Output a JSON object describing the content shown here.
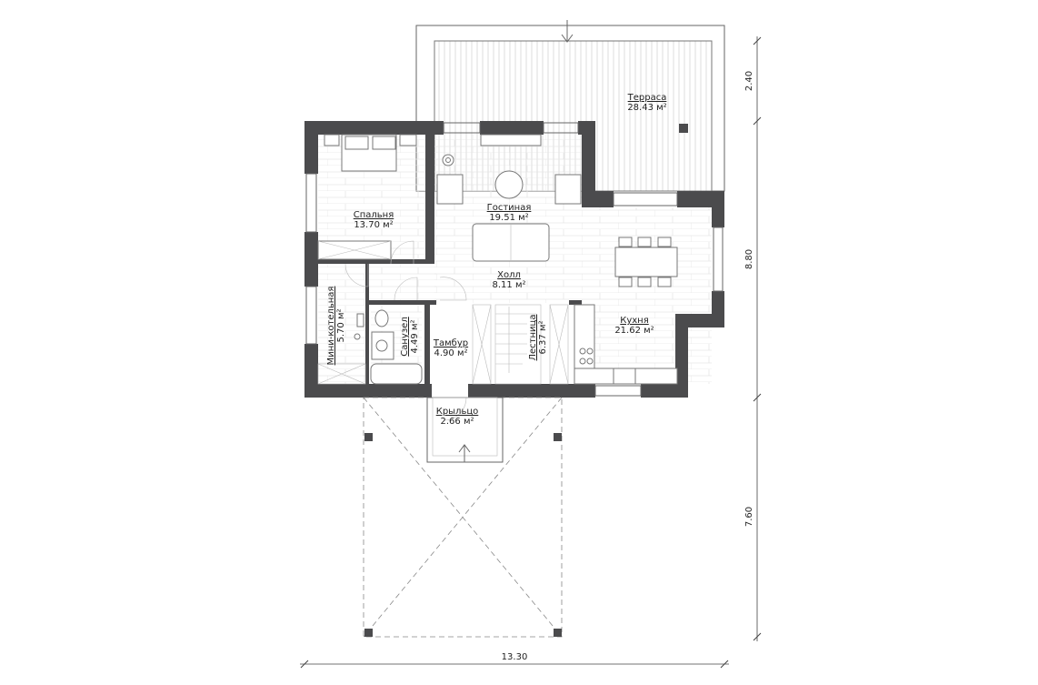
{
  "rooms": [
    {
      "name": "Терраса",
      "area": "28.43 м²"
    },
    {
      "name": "Спальня",
      "area": "13.70 м²"
    },
    {
      "name": "Гостиная",
      "area": "19.51 м²"
    },
    {
      "name": "Холл",
      "area": "8.11 м²"
    },
    {
      "name": "Кухня",
      "area": "21.62 м²"
    },
    {
      "name": "Мини-котельная",
      "area": "5.70 м²"
    },
    {
      "name": "Санузел",
      "area": "4.49 м²"
    },
    {
      "name": "Тамбур",
      "area": "4.90 м²"
    },
    {
      "name": "Лестница",
      "area": "6.37 м²"
    },
    {
      "name": "Крыльцо",
      "area": "2.66 м²"
    }
  ],
  "dimensions": {
    "terrace_depth": "2.40",
    "house_depth": "8.80",
    "canopy_depth": "7.60",
    "total_width": "13.30"
  },
  "colors": {
    "wall": "#4b4b4d",
    "line": "#666666"
  }
}
